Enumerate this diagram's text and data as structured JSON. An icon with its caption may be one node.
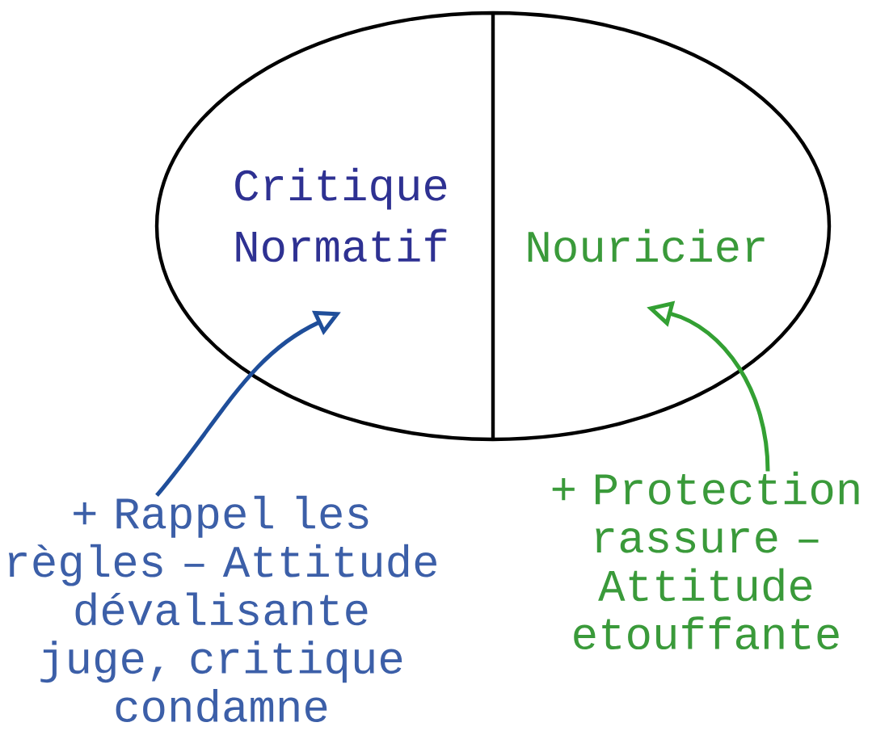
{
  "diagram": {
    "nodes": [
      {
        "text": [
          "Critique Normatif"
        ]
      },
      {
        "text": [
          "Nouricier"
        ]
      },
      {
        "text": [
          "+ Rappel les règles – Attitude dévalisante juge, critique condamne"
        ]
      },
      {
        "text": [
          "+ Protection rassure – Attitude etouffante"
        ]
      }
    ],
    "edges": [
      {
        "from": 2,
        "to": 0,
        "arrow": "to",
        "color": "#1f4e9a"
      },
      {
        "from": 3,
        "to": 1,
        "arrow": "to",
        "color": "#33a033"
      }
    ]
  }
}
